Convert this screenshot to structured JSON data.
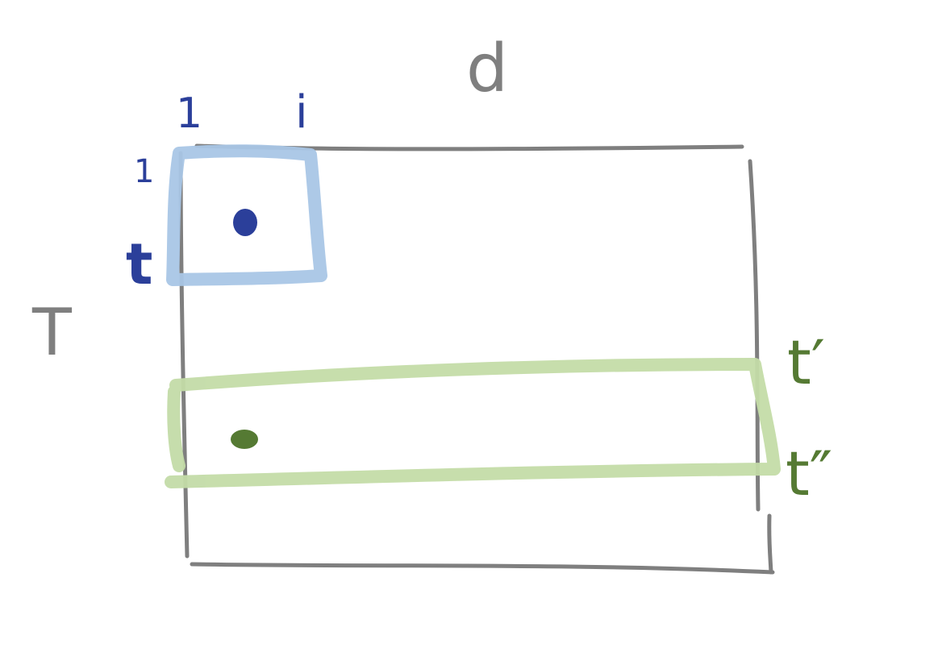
{
  "labels": {
    "top_dim": "d",
    "left_dim": "T",
    "col_start": "1",
    "col_i": "i",
    "row_start": "1",
    "row_t": "t",
    "row_t_prime": "t′",
    "row_t_double_prime": "t″"
  },
  "colors": {
    "matrix_outline": "#7f7f7f",
    "blue_ink": "#2b3f9a",
    "blue_highlight": "#a9c6e6",
    "green_ink": "#557a33",
    "green_highlight": "#c4dca8"
  }
}
